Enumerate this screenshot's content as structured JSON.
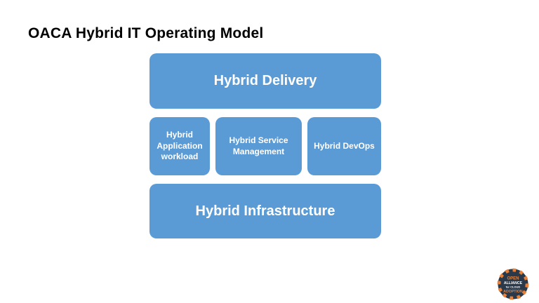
{
  "slide": {
    "title": "OACA Hybrid IT Operating Model"
  },
  "diagram": {
    "top_box": "Hybrid Delivery",
    "middle_boxes": [
      {
        "label": "Hybrid Application workload"
      },
      {
        "label": "Hybrid Service Management"
      },
      {
        "label": "Hybrid DevOps"
      }
    ],
    "bottom_box": "Hybrid Infrastructure"
  },
  "logo": {
    "line1": "OPEN",
    "line2": "ALLIANCE",
    "line3": "for CLOUD",
    "line4": "ADOPTION"
  },
  "colors": {
    "box_fill": "#5B9BD5",
    "box_text": "#FFFFFF",
    "logo_orange": "#E8823A",
    "logo_navy": "#2B3A4A"
  }
}
